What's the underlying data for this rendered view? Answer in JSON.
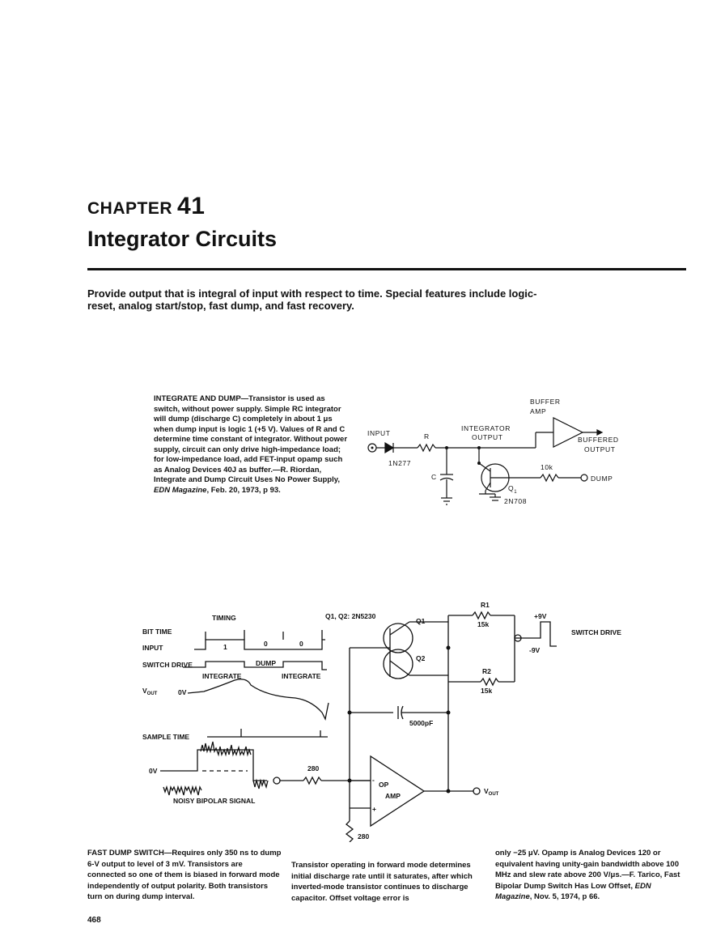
{
  "chapter": {
    "label": "CHAPTER",
    "number": "41",
    "title": "Integrator Circuits"
  },
  "intro": "Provide output that is integral of input with respect to time. Special features include logic-reset, analog start/stop, fast dump, and fast recovery.",
  "caption1": {
    "lead": "INTEGRATE AND DUMP",
    "body": "—Transistor is used as switch, without power supply. Simple RC integrator will dump (discharge C) completely in about 1 μs when dump input is logic 1 (+5 V). Values of R and C determine time constant of integrator. Without power supply, circuit can only drive high-impedance load; for low-impedance load, add FET-input opamp such as Analog Devices 40J as buffer.—R. Riordan, Integrate and Dump Circuit Uses No Power Supply, ",
    "source": "EDN Magazine",
    "date": ", Feb. 20, 1973, p 93."
  },
  "circuit1": {
    "input": "INPUT",
    "diode": "1N277",
    "r": "R",
    "c": "C",
    "integrator_output": [
      "INTEGRATOR",
      "OUTPUT"
    ],
    "buffer_amp": [
      "BUFFER",
      "AMP"
    ],
    "buffered_output": [
      "BUFFERED",
      "OUTPUT"
    ],
    "r10k": "10k",
    "dump": "DUMP",
    "q1": "Q",
    "q1_sub": "1",
    "transistor": "2N708"
  },
  "circuit2": {
    "timing": "TIMING",
    "bit_time": "BIT TIME",
    "input": "INPUT",
    "switch_drive": "SWITCH DRIVE",
    "dump": "DUMP",
    "integrate_a": "INTEGRATE",
    "integrate_b": "INTEGRATE",
    "bit1": "1",
    "bit2": "0",
    "bit3": "0",
    "vout": "V",
    "vout_sub": "OUT",
    "zero_v": "0V",
    "sample_time": "SAMPLE TIME",
    "zero_v2": "0V",
    "noisy": "NOISY BIPOLAR SIGNAL",
    "transistors": "Q1, Q2: 2N5230",
    "q1": "Q1",
    "q2": "Q2",
    "r1": "R1",
    "r1_val": "15k",
    "r2": "R2",
    "r2_val": "15k",
    "plus9": "+9V",
    "minus9": "-9V",
    "switch_drive_right": "SWITCH DRIVE",
    "cap": "5000pF",
    "r280a": "280",
    "r280b": "280",
    "op": "OP",
    "amp": "AMP",
    "minus": "-",
    "plus": "+",
    "vout_right": "V",
    "vout_right_sub": "OUT"
  },
  "caption2": {
    "lead": "FAST DUMP SWITCH",
    "col1": "—Requires only 350 ns to dump 6-V output to level of 3 mV. Transistors are connected so one of them is biased in forward mode independently of output polarity. Both transistors turn on during dump interval.",
    "col2": "Transistor operating in forward mode determines initial discharge rate until it saturates, after which inverted-mode transistor continues to discharge capacitor. Offset voltage error is",
    "col3": "only −25 μV. Opamp is Analog Devices 120 or equivalent having unity-gain bandwidth above 100 MHz and slew rate above 200 V/μs.—F. Tarico, Fast Bipolar Dump Switch Has Low Offset, ",
    "source": "EDN Magazine",
    "date": ", Nov. 5, 1974, p 66."
  },
  "page_number": "468"
}
